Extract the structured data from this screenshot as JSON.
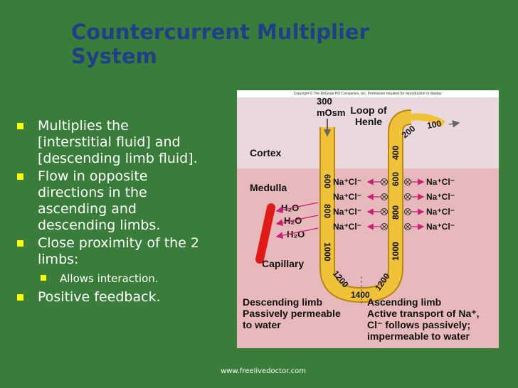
{
  "slide": {
    "title_line1": "Countercurrent Multiplier",
    "title_line2": "System",
    "bullets": [
      "Multiplies the [interstitial fluid] and [descending limb fluid].",
      "Flow in opposite directions in the ascending and descending limbs.",
      "Close proximity of the 2 limbs:",
      "Positive feedback."
    ],
    "sub_bullet": "Allows interaction.",
    "footer": "www.freelivedoctor.com"
  },
  "figure": {
    "copyright": "Copyright © The McGraw-Hill Companies, Inc. Permission required for reproduction or display.",
    "label_300": "300",
    "label_mosm": "mOsm",
    "loop_line1": "Loop of",
    "loop_line2": "Henle",
    "cortex": "Cortex",
    "medulla": "Medulla",
    "capillary": "Capillary",
    "water": "H₂O",
    "nacl": "Na⁺Cl⁻",
    "desc_600": "600",
    "desc_800": "800",
    "desc_1000": "1000",
    "bottom_1200_left": "1200",
    "bottom_1400": "1400",
    "bottom_1200_right": "1200",
    "asc_1000": "1000",
    "asc_800": "800",
    "asc_600": "600",
    "asc_400": "400",
    "asc_200": "200",
    "asc_100": "100",
    "desc_title": "Descending limb",
    "desc_line1": "Passively permeable",
    "desc_line2": "to water",
    "asc_title": "Ascending limb",
    "asc_line1": "Active transport of Na⁺,",
    "asc_line2": "Cl⁻ follows passively;",
    "asc_line3": "impermeable to water",
    "colors": {
      "cortex_bg": "#ead8df",
      "medulla_bg": "#e7b9ba",
      "tubule": "#f0c23a",
      "capillary": "#e01b17",
      "pink_arrows": "#cc1d77"
    }
  }
}
